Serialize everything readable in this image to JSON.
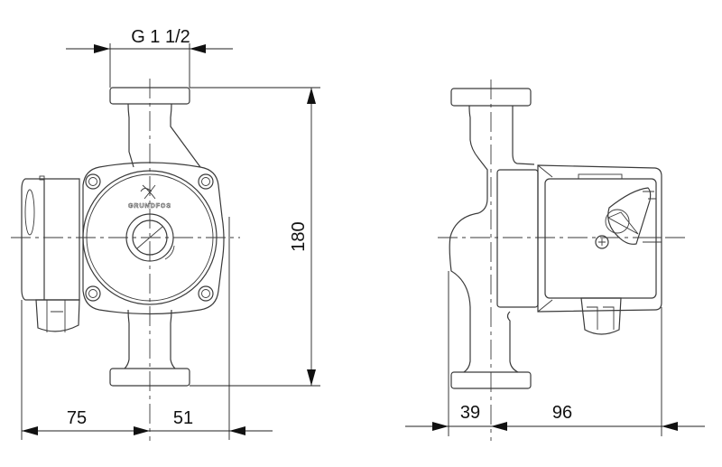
{
  "front_view": {
    "connection_label": "G 1 1/2",
    "height_label": "180",
    "left_width_label": "75",
    "right_width_label": "51",
    "brand_logo_text": "GRUNDFOS"
  },
  "side_view": {
    "left_depth_label": "39",
    "right_depth_label": "96"
  }
}
